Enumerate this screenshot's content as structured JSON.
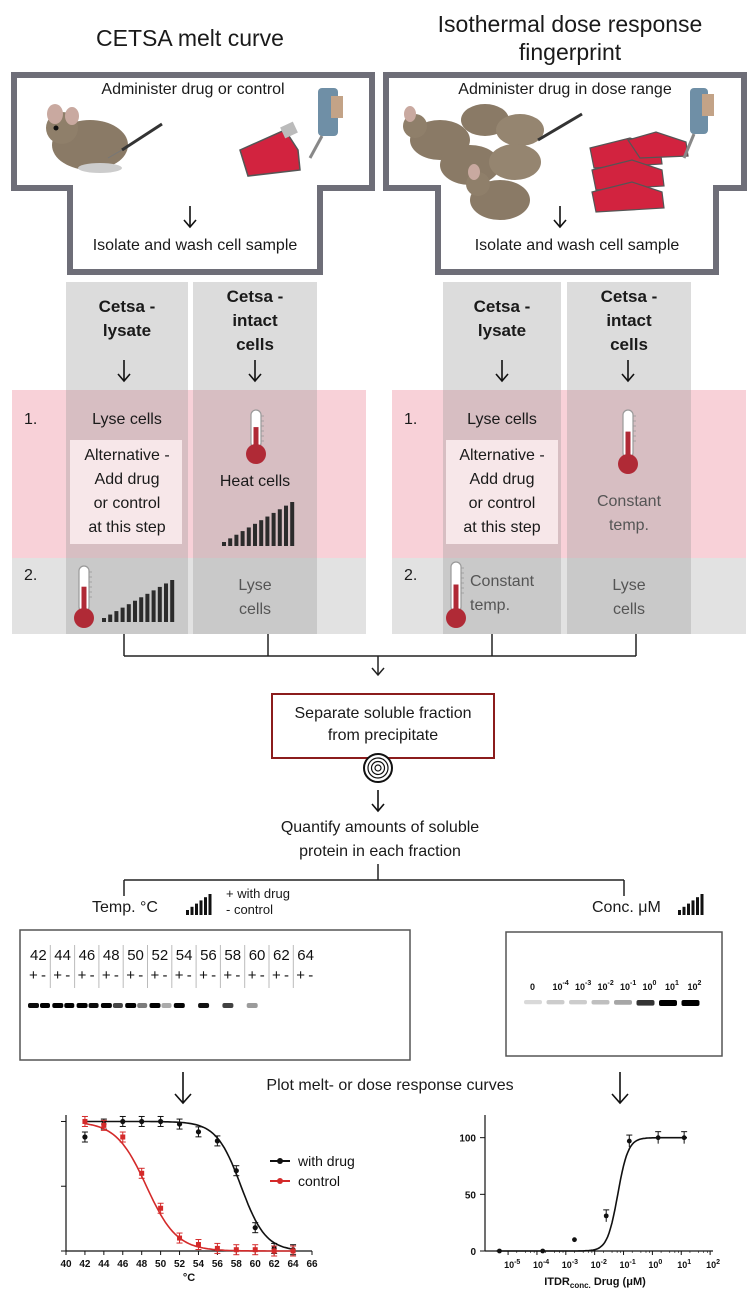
{
  "titles": {
    "left": "CETSA melt curve",
    "right_line1": "Isothermal dose response",
    "right_line2": "fingerprint"
  },
  "left_panel": {
    "top": "Administer drug or control",
    "bottom": "Isolate and wash cell sample"
  },
  "right_panel": {
    "top": "Administer drug in dose range",
    "bottom": "Isolate and wash cell sample"
  },
  "columns": {
    "lysate_1": "Cetsa -",
    "lysate_2": "lysate",
    "intact_1": "Cetsa -",
    "intact_2": "intact",
    "intact_3": "cells"
  },
  "steps": {
    "step1": "1.",
    "step2": "2.",
    "lyse_cells": "Lyse cells",
    "alt_1": "Alternative -",
    "alt_2": "Add drug",
    "alt_3": "or control",
    "alt_4": "at this step",
    "heat_cells": "Heat cells",
    "constant_1": "Constant",
    "constant_2": "temp.",
    "lyse_1": "Lyse",
    "lyse_2": "cells"
  },
  "separate": {
    "line1": "Separate soluble fraction",
    "line2": "from precipitate"
  },
  "quantify": {
    "line1": "Quantify amounts of soluble",
    "line2": "protein in each fraction"
  },
  "temp_label": "Temp. °C",
  "drug_legend_1": "+ with drug",
  "drug_legend_2": "- control",
  "conc_label": "Conc. μM",
  "left_blot": {
    "temps": [
      "42",
      "44",
      "46",
      "48",
      "50",
      "52",
      "54",
      "56",
      "58",
      "60",
      "62",
      "64"
    ],
    "plus": "+",
    "minus": "-"
  },
  "right_blot": {
    "labels": [
      {
        "base": "0",
        "exp": ""
      },
      {
        "base": "10",
        "exp": "-4"
      },
      {
        "base": "10",
        "exp": "-3"
      },
      {
        "base": "10",
        "exp": "-2"
      },
      {
        "base": "10",
        "exp": "-1"
      },
      {
        "base": "10",
        "exp": "0"
      },
      {
        "base": "10",
        "exp": "1"
      },
      {
        "base": "10",
        "exp": "2"
      }
    ]
  },
  "plot_caption": "Plot melt- or dose response curves",
  "chart_data": [
    {
      "type": "scatter",
      "xlabel": "°C",
      "x_ticks": [
        40,
        42,
        44,
        46,
        48,
        50,
        52,
        54,
        56,
        58,
        60,
        62,
        64,
        66
      ],
      "xlim": [
        40,
        66
      ],
      "ylim": [
        0,
        105
      ],
      "legend_position": "top-right",
      "series": [
        {
          "name": "with drug",
          "color": "#111111",
          "points": [
            [
              42,
              88
            ],
            [
              44,
              98
            ],
            [
              46,
              100
            ],
            [
              48,
              100
            ],
            [
              50,
              100
            ],
            [
              52,
              98
            ],
            [
              54,
              92
            ],
            [
              56,
              85
            ],
            [
              58,
              62
            ],
            [
              60,
              18
            ],
            [
              62,
              2
            ],
            [
              64,
              1
            ]
          ],
          "fit": {
            "top": 100,
            "bottom": 0,
            "tm": 58.5,
            "slope": 1.3
          }
        },
        {
          "name": "control",
          "color": "#d42a2a",
          "points": [
            [
              42,
              100
            ],
            [
              44,
              97
            ],
            [
              46,
              88
            ],
            [
              48,
              60
            ],
            [
              50,
              33
            ],
            [
              52,
              10
            ],
            [
              54,
              5
            ],
            [
              56,
              2
            ],
            [
              58,
              1
            ],
            [
              60,
              1
            ],
            [
              62,
              0
            ],
            [
              64,
              0
            ]
          ],
          "fit": {
            "top": 100,
            "bottom": 0,
            "tm": 48.5,
            "slope": 1.6
          }
        }
      ]
    },
    {
      "type": "scatter",
      "xlabel_main": "ITDR",
      "xlabel_sub": "conc.",
      "xlabel_rest": " Drug (μM)",
      "x_log_exponents": [
        -5,
        -4,
        -3,
        -2,
        -1,
        0,
        1,
        2
      ],
      "xlim_log": [
        -5.8,
        2.1
      ],
      "y_ticks": [
        0,
        50,
        100
      ],
      "ylim": [
        0,
        120
      ],
      "series": [
        {
          "color": "#111111",
          "points": [
            [
              -5.3,
              0
            ],
            [
              -3.8,
              0
            ],
            [
              -2.7,
              10
            ],
            [
              -1.6,
              31
            ],
            [
              -0.8,
              97
            ],
            [
              0.2,
              100
            ],
            [
              1.1,
              100
            ]
          ],
          "fit": {
            "top": 100,
            "bottom": 0,
            "log_ec50": -1.2,
            "slope": 2.4
          }
        }
      ]
    }
  ]
}
